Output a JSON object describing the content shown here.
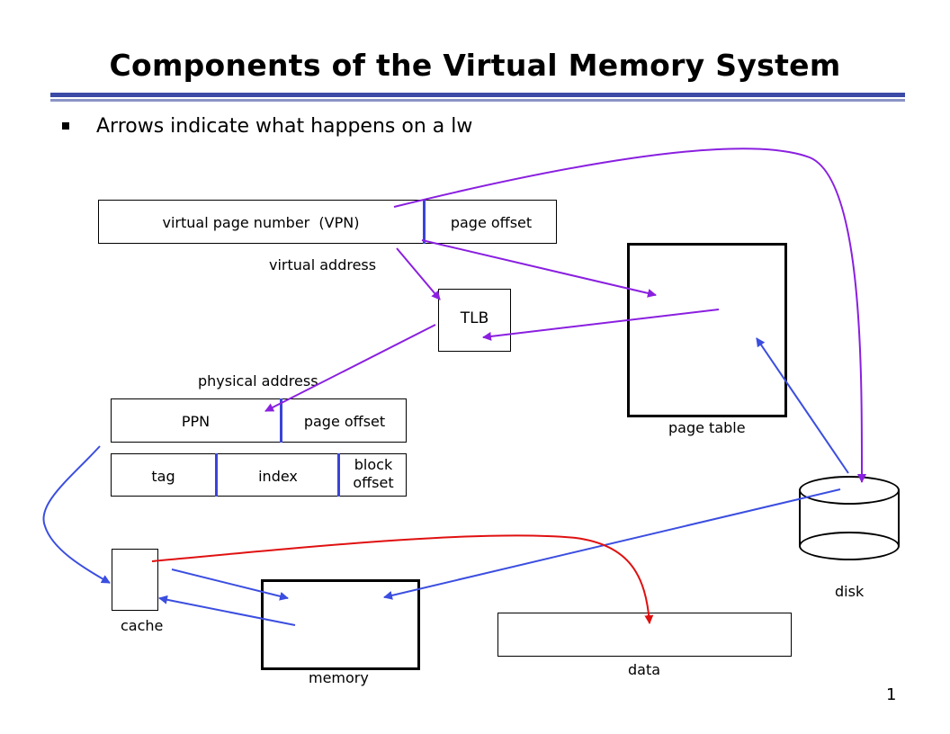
{
  "slide": {
    "title": "Components of the Virtual Memory System",
    "bullet": "Arrows indicate what happens on a lw",
    "page_number": "1"
  },
  "virtual_address": {
    "vpn_label": "virtual page number  (VPN)",
    "offset_label": "page offset",
    "caption": "virtual address"
  },
  "tlb": {
    "label": "TLB"
  },
  "page_table": {
    "caption": "page table"
  },
  "physical_address": {
    "caption": "physical address",
    "ppn_label": "PPN",
    "offset_label": "page offset"
  },
  "cache_address": {
    "tag_label": "tag",
    "index_label": "index",
    "block_offset_line1": "block",
    "block_offset_line2": "offset"
  },
  "cache": {
    "caption": "cache"
  },
  "memory": {
    "caption": "memory"
  },
  "data": {
    "caption": "data"
  },
  "disk": {
    "caption": "disk"
  },
  "colors": {
    "purple_arrow": "#8a1fe0",
    "blue_arrow": "#3b4ee0",
    "red_arrow": "#e01010",
    "divider": "#3b44d6",
    "title_rule": "#3b4aa6"
  }
}
